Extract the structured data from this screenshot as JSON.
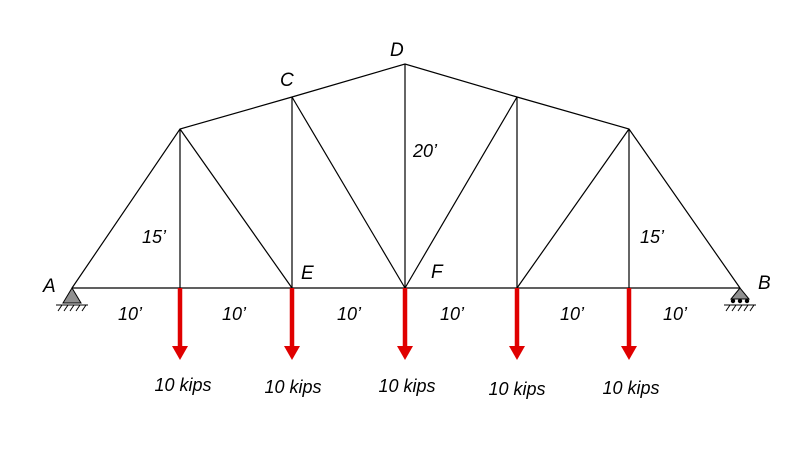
{
  "diagram": {
    "nodes": {
      "A": "A",
      "B": "B",
      "C": "C",
      "D": "D",
      "E": "E",
      "F": "F"
    },
    "panel_lengths": [
      "10’",
      "10’",
      "10’",
      "10’",
      "10’",
      "10’"
    ],
    "heights": {
      "left_vertical": "15’",
      "center_vertical": "20’",
      "right_vertical": "15’"
    },
    "loads": [
      "10 kips",
      "10 kips",
      "10 kips",
      "10 kips",
      "10 kips"
    ],
    "colors": {
      "member": "#000000",
      "load": "#e00000",
      "support": "#909090"
    }
  }
}
